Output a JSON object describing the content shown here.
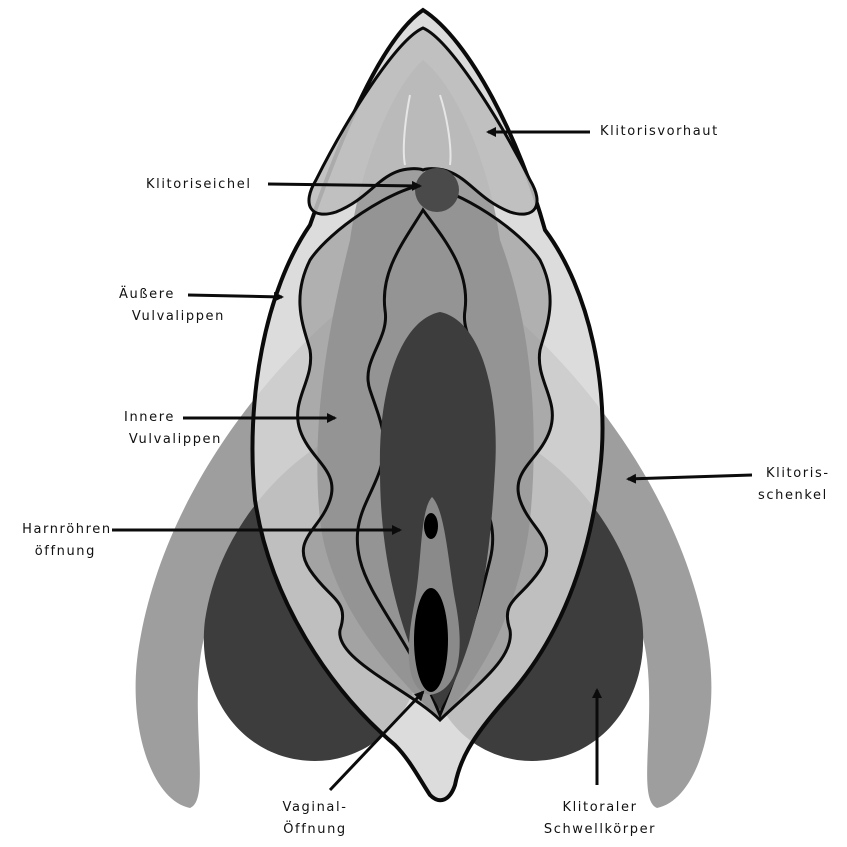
{
  "labels": {
    "clitoral_hood": "Klitorisvorhaut",
    "glans": "Klitoriseichel",
    "outer_lips_1": "Äußere",
    "outer_lips_2": "Vulvalippen",
    "inner_lips_1": "Innere",
    "inner_lips_2": "Vulvalippen",
    "urethra_1": "Harnröhren-",
    "urethra_2": "öffnung",
    "crura_1": "Klitoris-",
    "crura_2": "schenkel",
    "vaginal_1": "Vaginal-",
    "vaginal_2": "Öffnung",
    "bulbs_1": "Klitoraler",
    "bulbs_2": "Schwellkörper"
  },
  "colors": {
    "outline": "#0b0b0b",
    "dark_gray": "#3d3d3d",
    "mid_gray": "#9e9e9e",
    "light_gray": "#d6d6d6",
    "inner_gray": "#8c8c8c",
    "glans": "#4a4a4a"
  }
}
